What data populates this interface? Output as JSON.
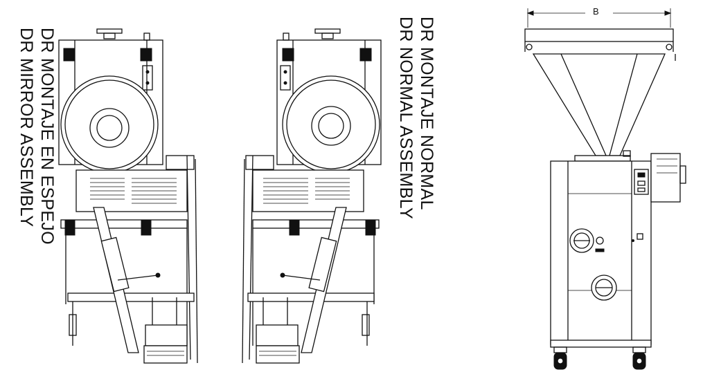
{
  "labels": {
    "mirror_es": "DR MONTAJE EN ESPEJO",
    "mirror_en": "DR MIRROR ASSEMBLY",
    "normal_es": "DR MONTAJE NORMAL",
    "normal_en": "DR NORMAL ASSEMBLY"
  },
  "dimension": {
    "width_label": "B"
  },
  "colors": {
    "line": "#111111",
    "background": "#ffffff"
  }
}
